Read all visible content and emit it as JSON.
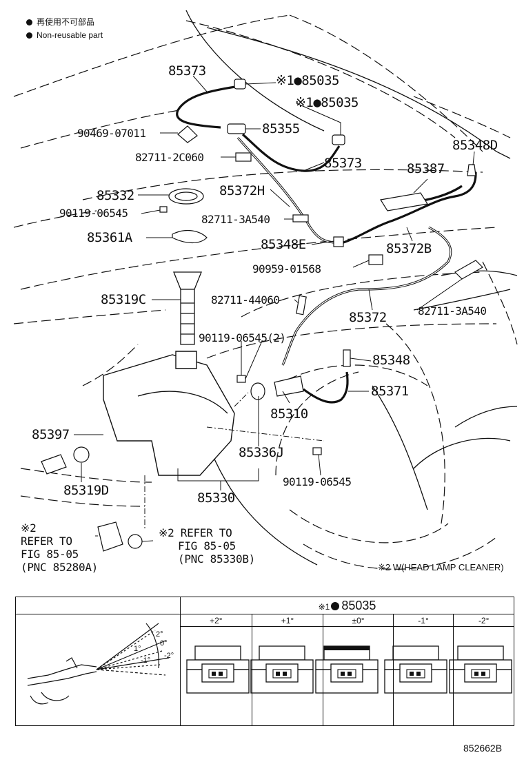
{
  "notes": {
    "jp": "再使用不可部品",
    "en": "Non-reusable part"
  },
  "callouts": {
    "p85373a": "85373",
    "p85035a": "※1●85035",
    "p85035b": "※1●85035",
    "p90469": "90469-07011",
    "p85355": "85355",
    "p82711_2c": "82711-2C060",
    "p85373b": "85373",
    "p85348d": "85348D",
    "p85387": "85387",
    "p85332": "85332",
    "p85372h": "85372H",
    "p90119a": "90119-06545",
    "p82711_3a_a": "82711-3A540",
    "p85361a": "85361A",
    "p85348e": "85348E",
    "p85372b": "85372B",
    "p90959": "90959-01568",
    "p85319c": "85319C",
    "p82711_44": "82711-44060",
    "p82711_3a_b": "82711-3A540",
    "p85372": "85372",
    "p90119b": "90119-06545(2)",
    "p85348": "85348",
    "p85371": "85371",
    "p85310": "85310",
    "p85397": "85397",
    "p85336j": "85336J",
    "p90119c": "90119-06545",
    "p85319d": "85319D",
    "p85330": "85330"
  },
  "refs": {
    "left": "※2\nREFER TO\nFIG 85-05\n(PNC 85280A)",
    "right": "※2 REFER TO\n   FIG 85-05\n   (PNC 85330B)"
  },
  "remark": "※2 W(HEAD LAMP CLEANER)",
  "adjustment_table": {
    "mark": "※1",
    "part": "85035",
    "angles": [
      "+2°",
      "+1°",
      "±0°",
      "-1°",
      "-2°"
    ],
    "spray_labels": [
      "2°",
      "0°",
      "-2°",
      "1°",
      "-1°"
    ]
  },
  "figure_number": "852662B"
}
